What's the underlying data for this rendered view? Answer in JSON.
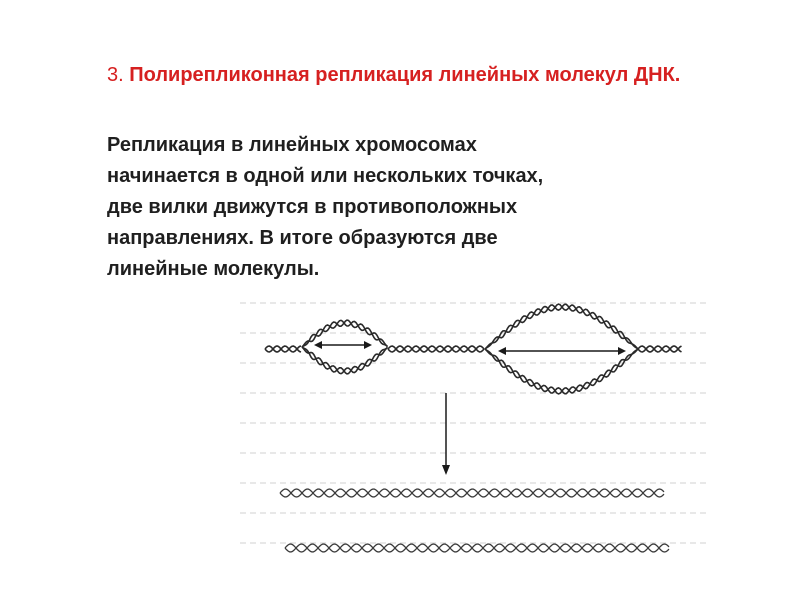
{
  "slide": {
    "title_number": "3.",
    "title_text": "Полирепликонная репликация линейных молекул ДНК.",
    "body_lines": [
      "Репликация в линейных хромосомах",
      "начинается в одной или нескольких точках,",
      "две вилки движутся в противоположных",
      "направлениях. В итоге образуются две",
      "линейные молекулы."
    ]
  },
  "colors": {
    "title": "#d62020",
    "body": "#1f1f1f",
    "dna_strand": "#2a2a2a"
  },
  "figure": {
    "elements": [
      "linear-dna-with-two-replication-bubbles",
      "bidirectional-arrow-left-bubble",
      "bidirectional-arrow-right-bubble",
      "downward-arrow",
      "daughter-molecule-1",
      "daughter-molecule-2"
    ]
  }
}
